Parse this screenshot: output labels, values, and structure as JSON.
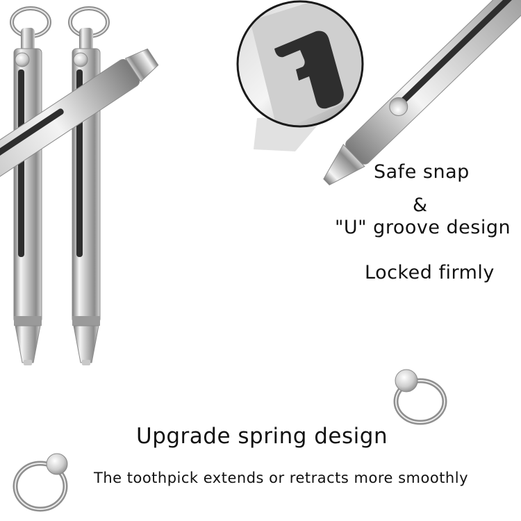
{
  "captions": {
    "safe_snap": "Safe snap",
    "ampersand": "&",
    "u_groove": "\"U\" groove design",
    "locked": "Locked firmly",
    "upgrade": "Upgrade spring design",
    "smoothly": "The toothpick extends or retracts more smoothly"
  },
  "colors": {
    "background": "#ffffff",
    "metal_light": "#f2f2f2",
    "metal_mid": "#b9b9b9",
    "metal_dark": "#6e6e6e",
    "slot": "#2e2e2e",
    "text": "#111111"
  },
  "icons": {
    "detail_zoom": "magnifier-inset",
    "key_ring": "split-ring"
  }
}
